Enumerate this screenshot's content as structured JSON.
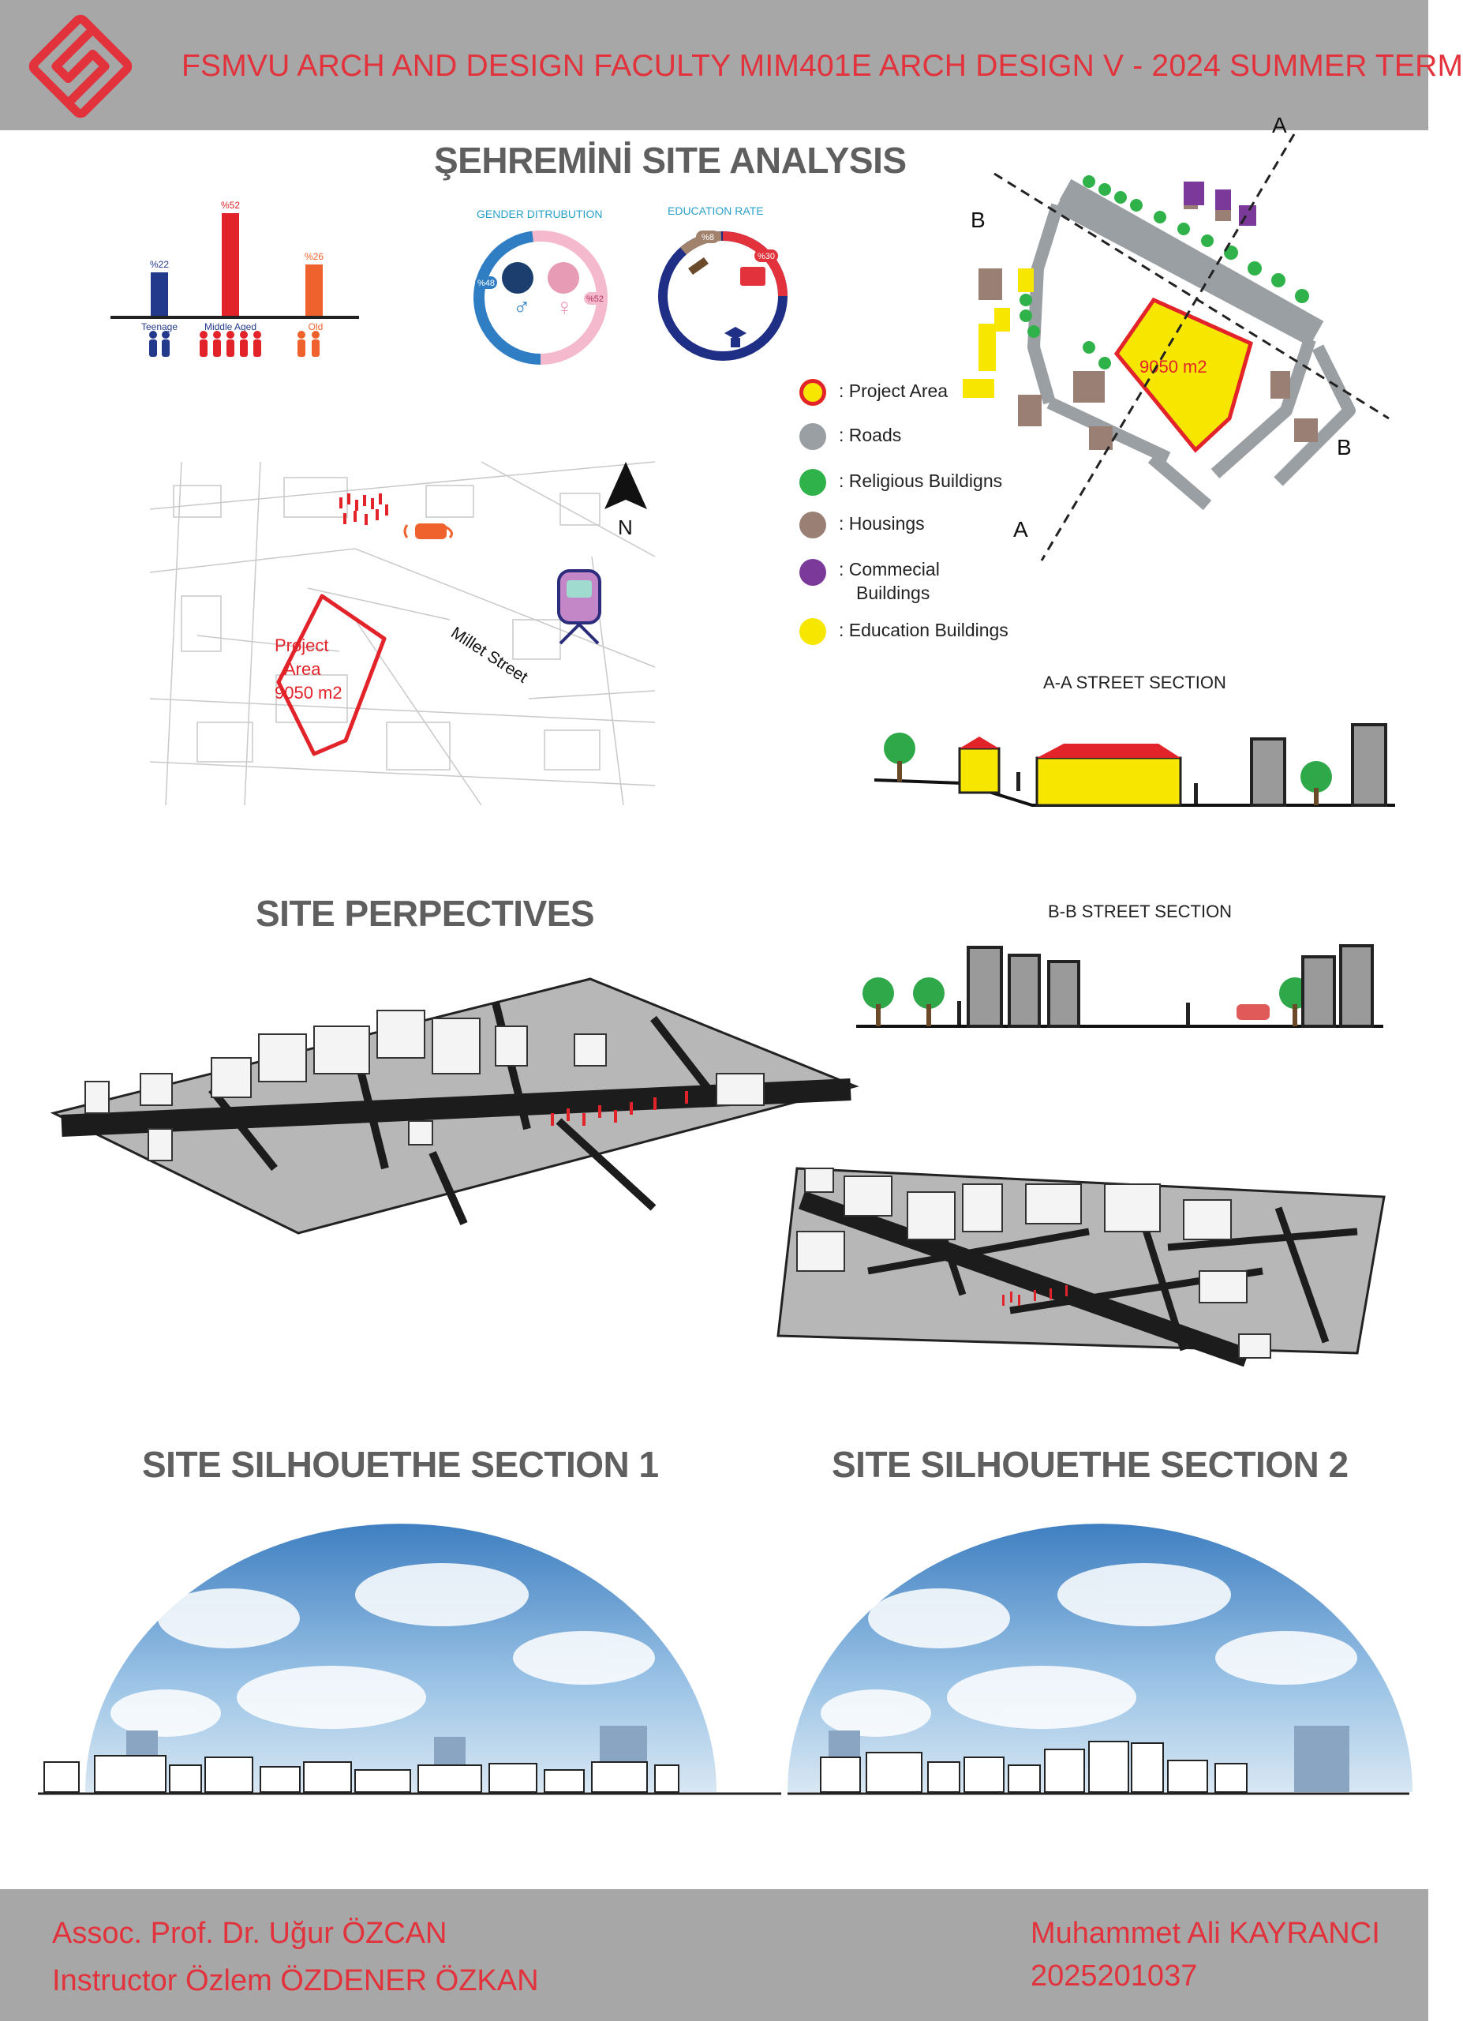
{
  "header": {
    "title": "FSMVU ARCH AND DESIGN FACULTY MIM401E ARCH DESIGN V - 2024 SUMMER TERM",
    "logo_icon": "fsmvu-logo-icon",
    "accent_color": "#e2323c",
    "band_color": "#a7a7a7"
  },
  "site_analysis": {
    "title": "ŞEHREMİNİ SITE ANALYSIS"
  },
  "age_chart": {
    "chart_data": {
      "type": "bar",
      "categories": [
        "Teenage",
        "Middle Aged",
        "Old"
      ],
      "values": [
        22,
        52,
        26
      ],
      "value_labels": [
        "%22",
        "%52",
        "%26"
      ],
      "colors": [
        "#233a8c",
        "#e2232a",
        "#f0622d"
      ]
    }
  },
  "gender_chart": {
    "title": "GENDER DITRUBUTION",
    "chart_data": {
      "type": "pie",
      "labels": [
        "%48",
        "%52"
      ],
      "values": [
        48,
        52
      ],
      "colors": [
        "#2f7ec4",
        "#f5b9cd"
      ]
    }
  },
  "education_chart": {
    "title": "EDUCATION RATE",
    "chart_data": {
      "type": "pie",
      "labels": [
        "%8",
        "%30"
      ],
      "values": [
        8,
        30
      ],
      "colors": [
        "#a0826d",
        "#e2323c"
      ]
    }
  },
  "site_map": {
    "north_label": "N",
    "street_label": "Millet Street",
    "project_label_lines": [
      "Project",
      "Area",
      "9050 m2"
    ]
  },
  "legend": {
    "items": [
      {
        "label": ": Project Area",
        "color": "#f7e600",
        "ring": "#e2232a"
      },
      {
        "label": ": Roads",
        "color": "#9a9fa3"
      },
      {
        "label": ": Religious Buildigns",
        "color": "#2fb24a"
      },
      {
        "label": ": Housings",
        "color": "#9a7f74"
      },
      {
        "label": ": Commecial",
        "label2": "Buildings",
        "color": "#7b3a9a"
      },
      {
        "label": ": Education Buildings",
        "color": "#f7e600"
      }
    ]
  },
  "site_plan": {
    "area_label": "9050 m2",
    "section_marks": [
      "A",
      "A",
      "B",
      "B"
    ]
  },
  "sections": {
    "aa_title": "A-A  STREET SECTION",
    "bb_title": "B-B  STREET SECTION"
  },
  "perspectives": {
    "title": "SITE PERPECTIVES"
  },
  "silhouettes": {
    "section1_title": "SITE SILHOUETHE SECTION 1",
    "section2_title": "SITE SILHOUETHE SECTION 2"
  },
  "footer": {
    "instructor1": "Assoc. Prof. Dr. Uğur  ÖZCAN",
    "instructor2": "Instructor Özlem ÖZDENER ÖZKAN",
    "student_name": "Muhammet Ali KAYRANCI",
    "student_id": "2025201037"
  }
}
